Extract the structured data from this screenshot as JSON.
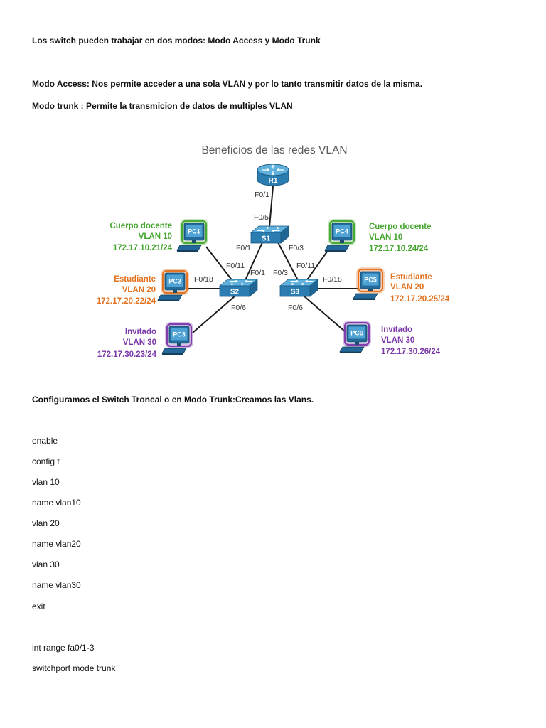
{
  "document": {
    "modes_line": "Los switch pueden trabajar en dos modos: Modo Access y Modo Trunk",
    "access_line": "Modo Access: Nos permite acceder a una sola VLAN y por lo tanto transmitir datos de la misma.",
    "trunk_line": "Modo trunk : Permite la transmicion de datos de multiples VLAN",
    "config_heading": "Configuramos el Switch Troncal o en Modo Trunk:Creamos las Vlans."
  },
  "diagram": {
    "title": "Beneficios de las redes VLAN",
    "icons": {
      "router": "router-icon",
      "switch": "switch-icon",
      "pc": "pc-icon"
    },
    "colors": {
      "title": "#5a5a5a",
      "link": "#1c1c1c",
      "faculty": "#46a62f",
      "student": "#e2711d",
      "guest": "#7b38a9"
    },
    "router": {
      "label": "R1",
      "port_to_s1": "F0/1"
    },
    "switches": {
      "s1": {
        "label": "S1",
        "port_to_r1": "F0/5",
        "port_to_s2": "F0/1",
        "port_to_s3": "F0/3"
      },
      "s2": {
        "label": "S2",
        "port_to_s1": "F0/1",
        "port_to_pc1": "F0/11",
        "port_to_pc2": "F0/18",
        "port_to_pc3": "F0/6"
      },
      "s3": {
        "label": "S3",
        "port_to_s1": "F0/3",
        "port_to_pc4": "F0/11",
        "port_to_pc5": "F0/18",
        "port_to_pc6": "F0/6"
      }
    },
    "pcs": [
      {
        "label": "PC1",
        "role": "Cuerpo docente",
        "vlan": "VLAN 10",
        "ip": "172.17.10.21/24"
      },
      {
        "label": "PC2",
        "role": "Estudiante",
        "vlan": "VLAN 20",
        "ip": "172.17.20.22/24"
      },
      {
        "label": "PC3",
        "role": "Invitado",
        "vlan": "VLAN 30",
        "ip": "172.17.30.23/24"
      },
      {
        "label": "PC4",
        "role": "Cuerpo docente",
        "vlan": "VLAN 10",
        "ip": "172.17.10.24/24"
      },
      {
        "label": "PC5",
        "role": "Estudiante",
        "vlan": "VLAN 20",
        "ip": "172.17.20.25/24"
      },
      {
        "label": "PC6",
        "role": "Invitado",
        "vlan": "VLAN 30",
        "ip": "172.17.30.26/24"
      }
    ]
  },
  "commands": {
    "vlan_block": [
      "enable",
      "config t",
      "vlan 10",
      "name vlan10",
      "vlan 20",
      "name vlan20",
      "vlan 30",
      "name vlan30",
      "exit"
    ],
    "trunk_block": [
      "int range fa0/1-3",
      "switchport mode trunk"
    ]
  }
}
